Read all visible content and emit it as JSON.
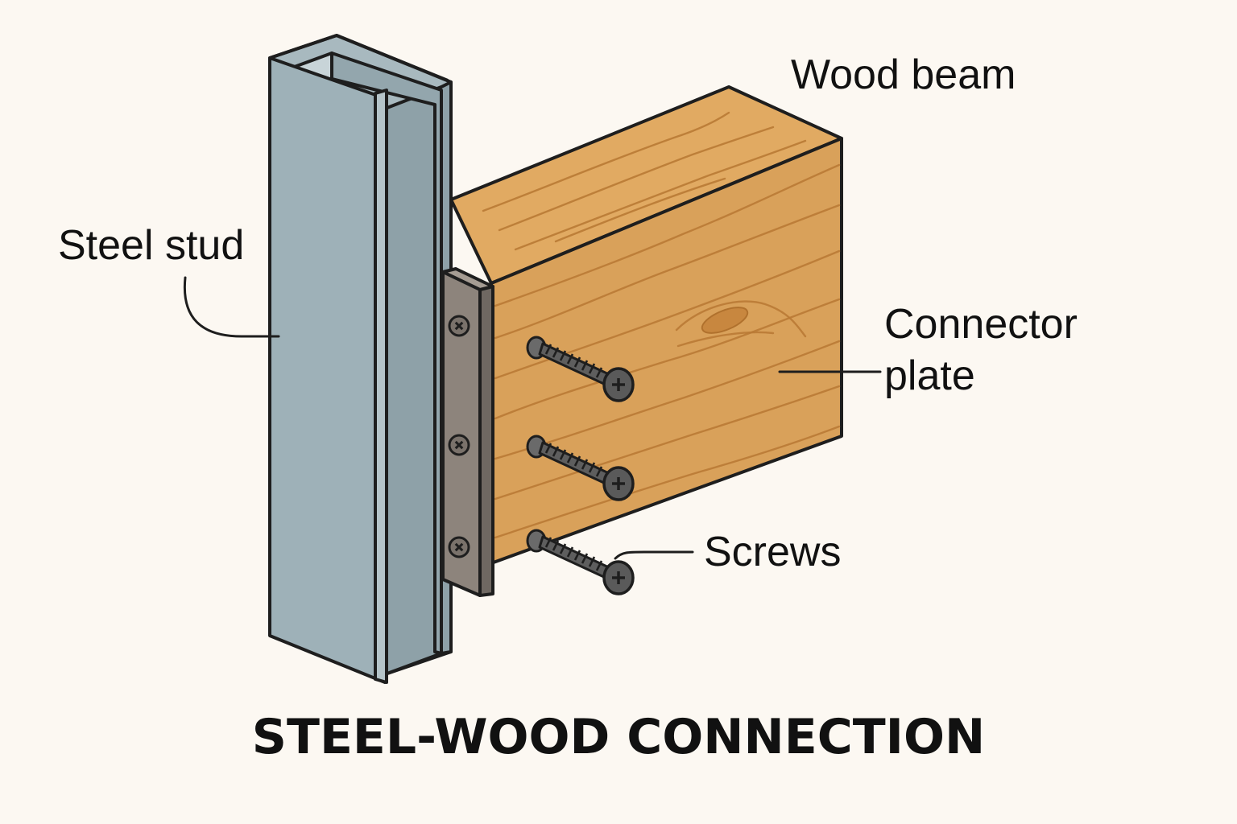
{
  "labels": {
    "steel_stud": "Steel stud",
    "wood_beam": "Wood beam",
    "connector_plate_line1": "Connector",
    "connector_plate_line2": "plate",
    "screws": "Screws"
  },
  "title": "STEEL-WOOD CONNECTION",
  "colors": {
    "background": "#fcf8f2",
    "steel_face": "#9eb1b8",
    "steel_flange": "#8a9da4",
    "wood_top": "#e0a860",
    "wood_front": "#d9a15a",
    "plate": "#8d847c",
    "screw": "#555555"
  },
  "icons": [
    "phillips-screw-head-icon"
  ]
}
